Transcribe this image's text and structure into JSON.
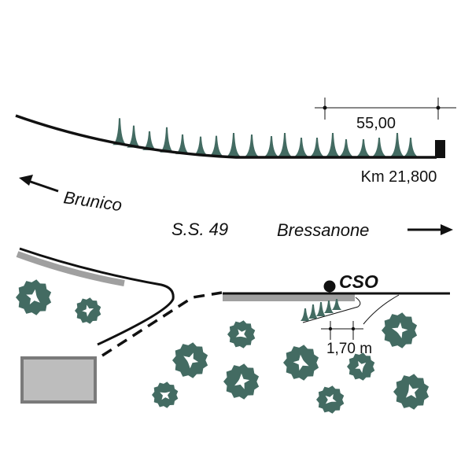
{
  "labels": {
    "dimension_top": "55,00",
    "km_marker": "Km 21,800",
    "direction_left": "Brunico",
    "road_name": "S.S. 49",
    "direction_right": "Bressanone",
    "cso": "CSO",
    "dimension_bottom": "1,70 m"
  },
  "colors": {
    "road": "#111111",
    "shoulder": "#a0a0a0",
    "vegetation": "#436b62",
    "building_fill": "#bdbdbd",
    "building_stroke": "#7a7a7a"
  }
}
